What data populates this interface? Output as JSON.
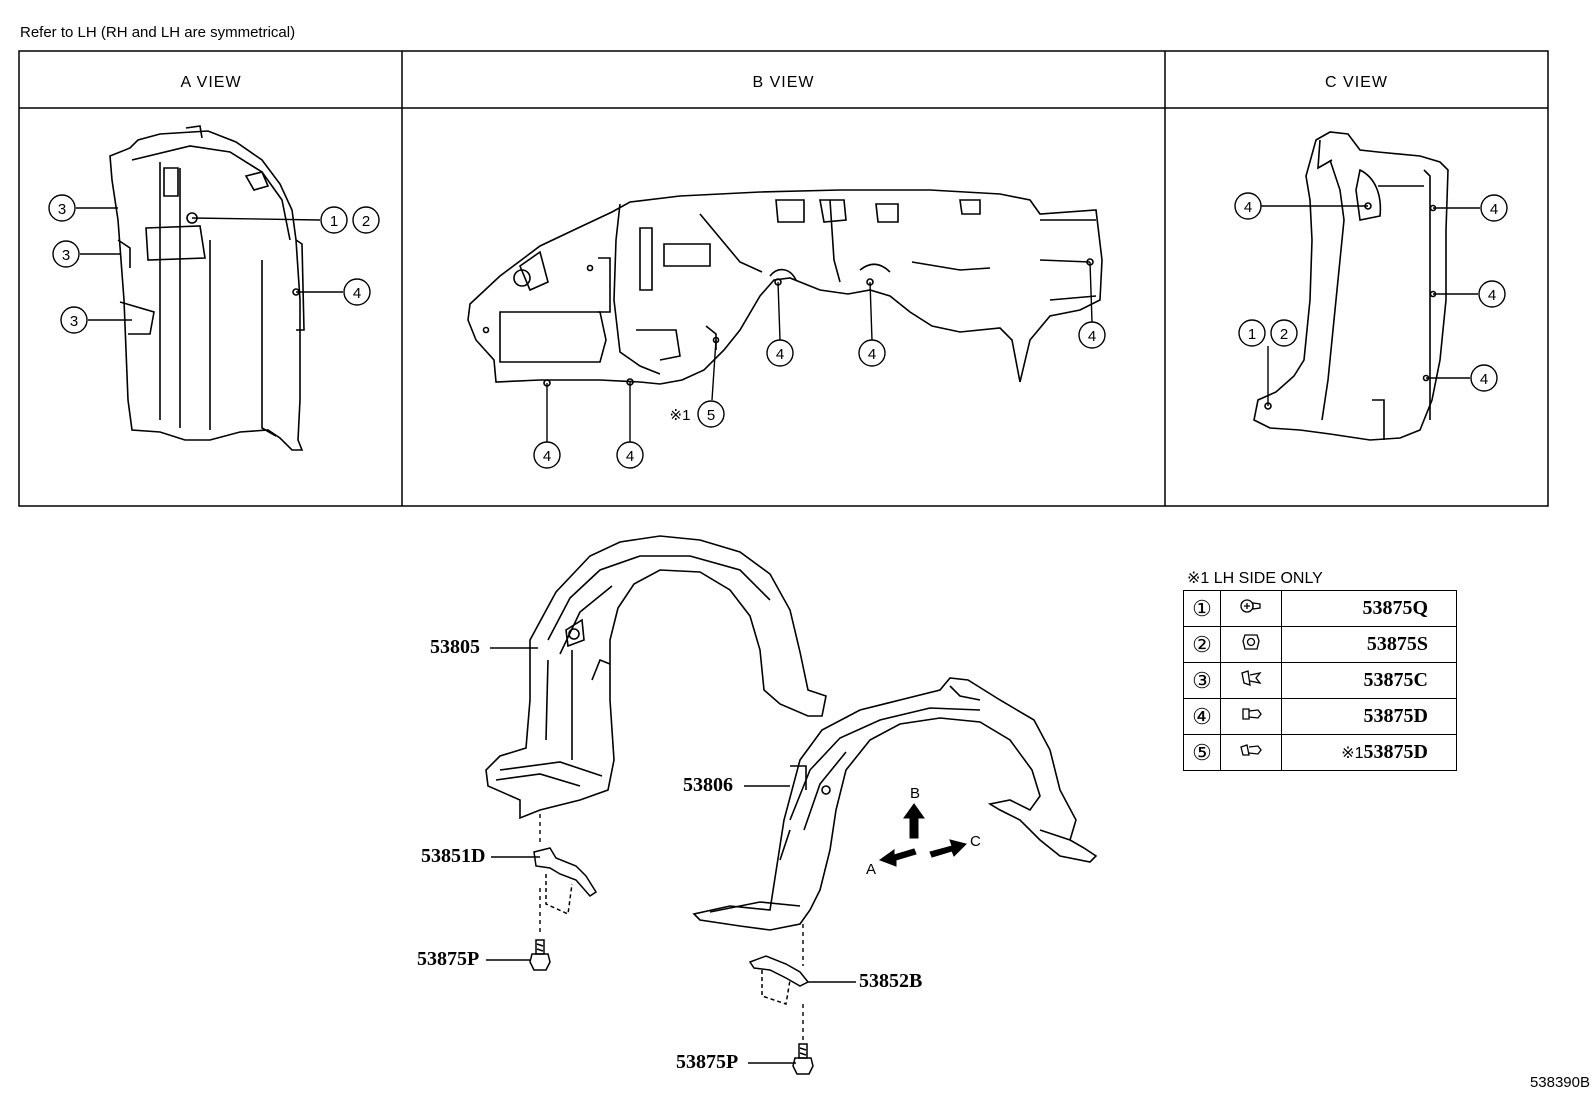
{
  "header": {
    "note": "Refer to LH (RH and LH are symmetrical)"
  },
  "views": {
    "a": {
      "title": "A VIEW"
    },
    "b": {
      "title": "B VIEW"
    },
    "c": {
      "title": "C VIEW"
    }
  },
  "callouts": {
    "c1": "1",
    "c2": "2",
    "c3": "3",
    "c4": "4",
    "c5": "5",
    "star1": "※1"
  },
  "parts": {
    "liner_rh": "53805",
    "liner_lh": "53806",
    "bracket_rh": "53851D",
    "bracket_lh": "53852B",
    "screw_rh": "53875P",
    "screw_lh": "53875P"
  },
  "arrows": {
    "a": "A",
    "b": "B",
    "c": "C"
  },
  "legend": {
    "title": "※1 LH SIDE ONLY",
    "rows": [
      {
        "num": "①",
        "icon": "clip-screw-icon",
        "code": "53875Q",
        "mark": ""
      },
      {
        "num": "②",
        "icon": "push-nut-icon",
        "code": "53875S",
        "mark": ""
      },
      {
        "num": "③",
        "icon": "clip-icon",
        "code": "53875C",
        "mark": ""
      },
      {
        "num": "④",
        "icon": "push-rivet-icon",
        "code": "53875D",
        "mark": ""
      },
      {
        "num": "⑤",
        "icon": "push-rivet-icon",
        "code": "53875D",
        "mark": "※1"
      }
    ]
  },
  "footer": {
    "ref": "538390B"
  }
}
